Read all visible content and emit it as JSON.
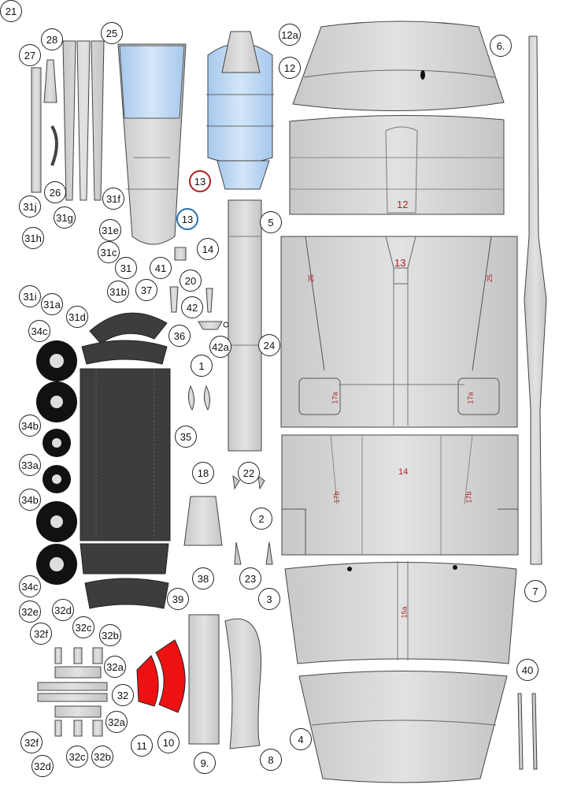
{
  "labels": [
    "25",
    "28",
    "27",
    "26",
    "31j",
    "31g",
    "31f",
    "31h",
    "31e",
    "31c",
    "31",
    "31i",
    "31a",
    "31d",
    "31b",
    "37",
    "36",
    "34c",
    "34b",
    "33a",
    "34b",
    "34c",
    "35",
    "38",
    "39",
    "32e",
    "32d",
    "32c",
    "32b",
    "32f",
    "32a",
    "32",
    "32a",
    "32f",
    "32d",
    "32c",
    "32b",
    "11",
    "10",
    "9.",
    "8",
    "12a",
    "12",
    "13",
    "13",
    "14",
    "41",
    "20",
    "42",
    "42a",
    "24",
    "1",
    "18",
    "22",
    "23",
    "2",
    "3",
    "4",
    "5",
    "6.",
    "7",
    "40",
    "21"
  ],
  "printed_marks": {
    "m12": "12",
    "m13": "13",
    "m25a": "25",
    "m25b": "25",
    "m17a1": "17a",
    "m17a2": "17a",
    "m14": "14",
    "m17b1": "17b",
    "m17b2": "17b",
    "m15a": "15a"
  },
  "colors": {
    "paper": "#ffffff",
    "metal": "#d4d4d4",
    "dark": "#3d3d3d",
    "canopy": "#b8d4ee",
    "red_part": "#ee1111",
    "outline": "#333333"
  }
}
